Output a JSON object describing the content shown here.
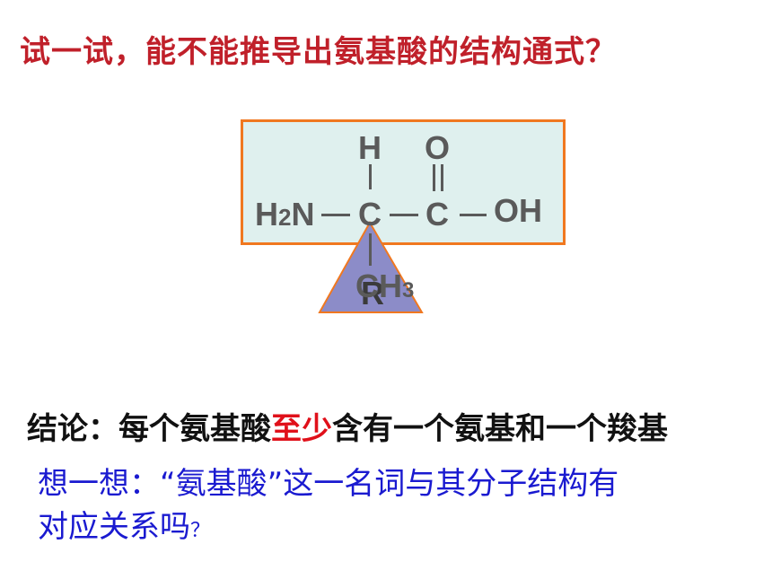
{
  "title": "试一试，能不能推导出氨基酸的结构通式？",
  "formula": {
    "h_top": "H",
    "o_top": "O",
    "h2n_main": "H",
    "h2n_sub": "2",
    "h2n_n": "N",
    "c_alpha": "C",
    "c_carboxyl": "C",
    "oh": "OH",
    "r_group": "R",
    "ch3_main": "CH",
    "ch3_sub": "3"
  },
  "colors": {
    "title": "#c0202a",
    "box_fill": "#dff0ee",
    "box_border": "#f07820",
    "triangle_fill": "#8c8cc8",
    "triangle_border": "#f07820",
    "highlight": "#e0101a",
    "think": "#1a1ad0"
  },
  "conclusion": {
    "prefix": "结论：每个氨基酸",
    "highlight": "至少",
    "suffix": "含有一个氨基和一个羧基"
  },
  "think": {
    "line1": "想一想：“氨基酸”这一名词与其分子结构有",
    "line2": "对应关系吗",
    "qmark": "？"
  }
}
